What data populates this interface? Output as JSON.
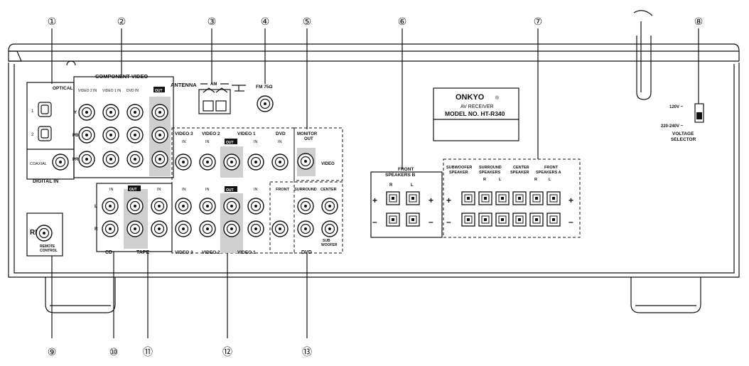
{
  "callouts": [
    "①",
    "②",
    "③",
    "④",
    "⑤",
    "⑥",
    "⑦",
    "⑧",
    "⑨",
    "⑩",
    "⑪",
    "⑫",
    "⑬"
  ],
  "digital": {
    "optical": "OPTICAL",
    "opt1": "1",
    "opt2": "2",
    "coaxial": "COAXIAL",
    "digital_in": "DIGITAL IN"
  },
  "component": {
    "title": "COMPONENT VIDEO",
    "video2_in": "VIDEO 2 IN",
    "video1_in": "VIDEO 1 IN",
    "dvd_in": "DVD IN",
    "out": "OUT",
    "y": "Y",
    "pb": "PB",
    "pr": "PR"
  },
  "antenna": {
    "label": "ANTENNA",
    "am": "AM",
    "fm": "FM 75Ω"
  },
  "monitor": {
    "label": "MONITOR",
    "out": "OUT",
    "video": "VIDEO"
  },
  "nameplate": {
    "brand": "ONKYO",
    "reg": "®",
    "line1": "AV RECEIVER",
    "line2": "MODEL NO. HT-R340"
  },
  "video_jacks": {
    "video3": "VIDEO 3",
    "video2": "VIDEO 2",
    "video1": "VIDEO 1",
    "dvd": "DVD",
    "in": "IN",
    "out": "OUT"
  },
  "audio": {
    "cd": "CD",
    "tape": "TAPE",
    "in": "IN",
    "out": "OUT",
    "l": "L",
    "r": "R"
  },
  "dvd_audio": {
    "front": "FRONT",
    "surround": "SURROUND",
    "center": "CENTER",
    "sub1": "SUB",
    "sub2": "WOOFER",
    "dvd": "DVD"
  },
  "speakers_b": {
    "line1": "FRONT",
    "line2": "SPEAKERS B",
    "r": "R",
    "l": "L",
    "plus": "+",
    "minus": "–"
  },
  "speakers_a": {
    "sub1": "SUBWOOFER",
    "sub2": "SPEAKER",
    "sur1": "SURROUND",
    "sur2": "SPEAKERS",
    "cen1": "CENTER",
    "cen2": "SPEAKER",
    "fr1": "FRONT",
    "fr2": "SPEAKERS A",
    "r": "R",
    "l": "L",
    "plus": "+",
    "minus": "–"
  },
  "voltage": {
    "v120": "120V ~",
    "v220": "220-240V ~",
    "label1": "VOLTAGE",
    "label2": "SELECTOR"
  },
  "remote": {
    "ri": "RI",
    "line1": "REMOTE",
    "line2": "CONTROL"
  }
}
